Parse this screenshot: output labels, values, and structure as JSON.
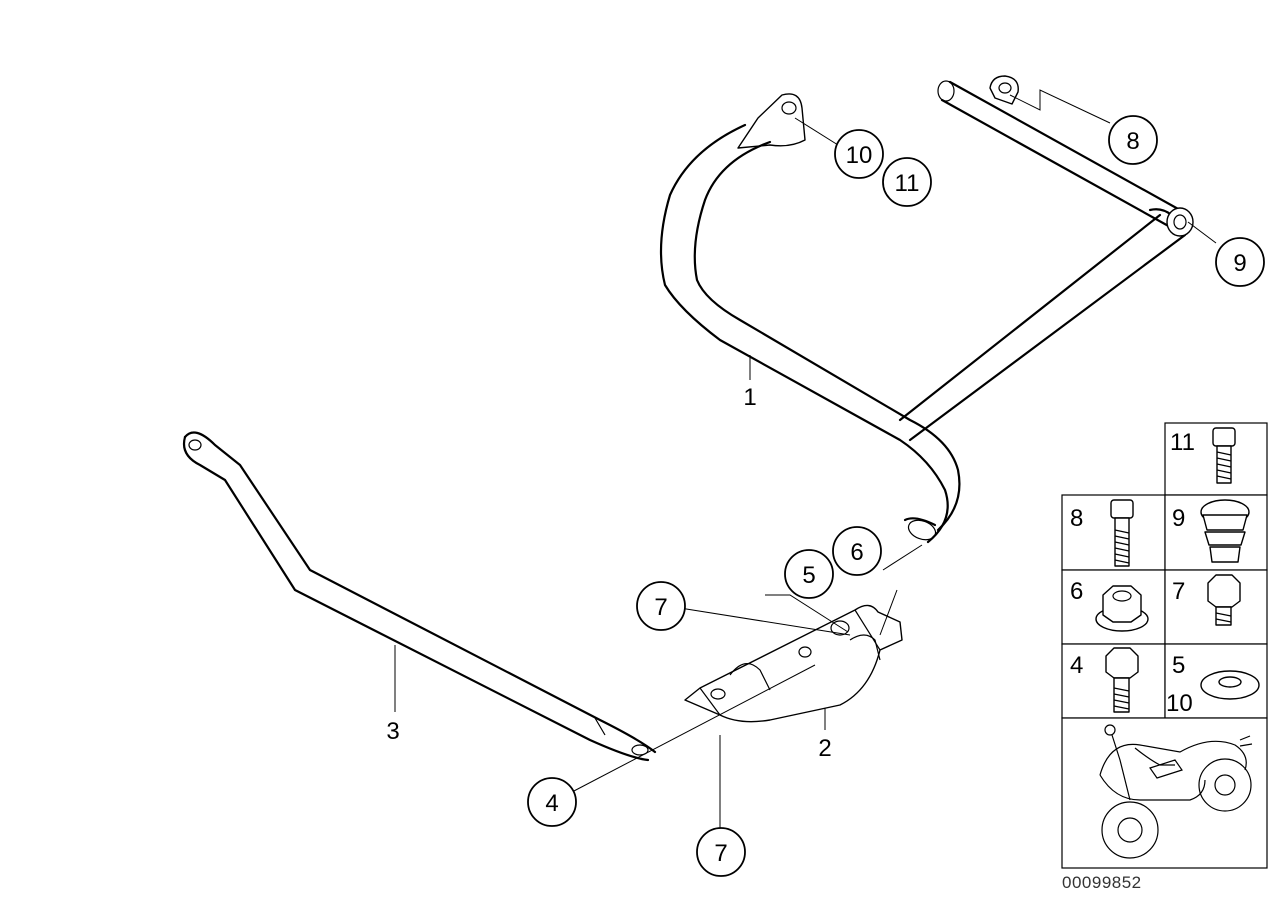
{
  "callouts": {
    "c1": "1",
    "c2": "2",
    "c3": "3",
    "c4": "4",
    "c5": "5",
    "c6": "6",
    "c7a": "7",
    "c7b": "7",
    "c8": "8",
    "c9": "9",
    "c10": "10",
    "c11": "11"
  },
  "legend": {
    "r0": "11",
    "r1a": "8",
    "r1b": "9",
    "r2a": "6",
    "r2b": "7",
    "r3a": "4",
    "r3b": "5",
    "r3c": "10"
  },
  "drawing_code": "00099852"
}
